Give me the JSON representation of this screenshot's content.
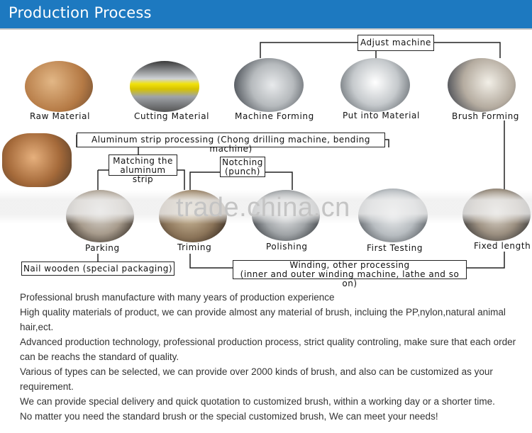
{
  "header": {
    "title": "Production Process"
  },
  "process": {
    "raw_material": "Raw Material",
    "cutting_material": "Cutting Material",
    "machine_forming": "Machine Forming",
    "put_into_material": "Put into Material",
    "brush_forming": "Brush Forming",
    "parking": "Parking",
    "triming": "Triming",
    "polishing": "Polishing",
    "first_testing": "First Testing",
    "fixed_length": "Fixed length"
  },
  "notes": {
    "adjust_machine": "Adjust machine",
    "aluminum_strip": "Aluminum strip processing (Chong drilling machine, bending machine)",
    "matching_line1": "Matching the",
    "matching_line2": "aluminum strip",
    "notching_line1": "Notching",
    "notching_line2": "(punch)",
    "nail_wooden": "Nail wooden (special packaging)",
    "winding_line1": "Winding, other processing",
    "winding_line2": "(inner and outer winding machine, lathe and so on)"
  },
  "watermark": "trade.china.cn",
  "description": [
    "Professional brush manufacture with many years of production experience",
    "High quality materials of product, we can provide almost any material of brush, incluing the PP,nylon,natural animal hair,ect.",
    "Advanced production technology, professional production process, strict quality controling, make sure that each order can be reachs the standard of quality.",
    "Various of types can be selected, we can provide over 2000 kinds of brush, and also can be customized as your requirement.",
    "We can provide special delivery and quick quotation to customized brush, within a working day or a shorter time.",
    "No matter you need the standard brush or the special customized brush, We can meet your needs!"
  ],
  "colors": {
    "header_bg": "#1d79c0",
    "header_text": "#ffffff"
  }
}
